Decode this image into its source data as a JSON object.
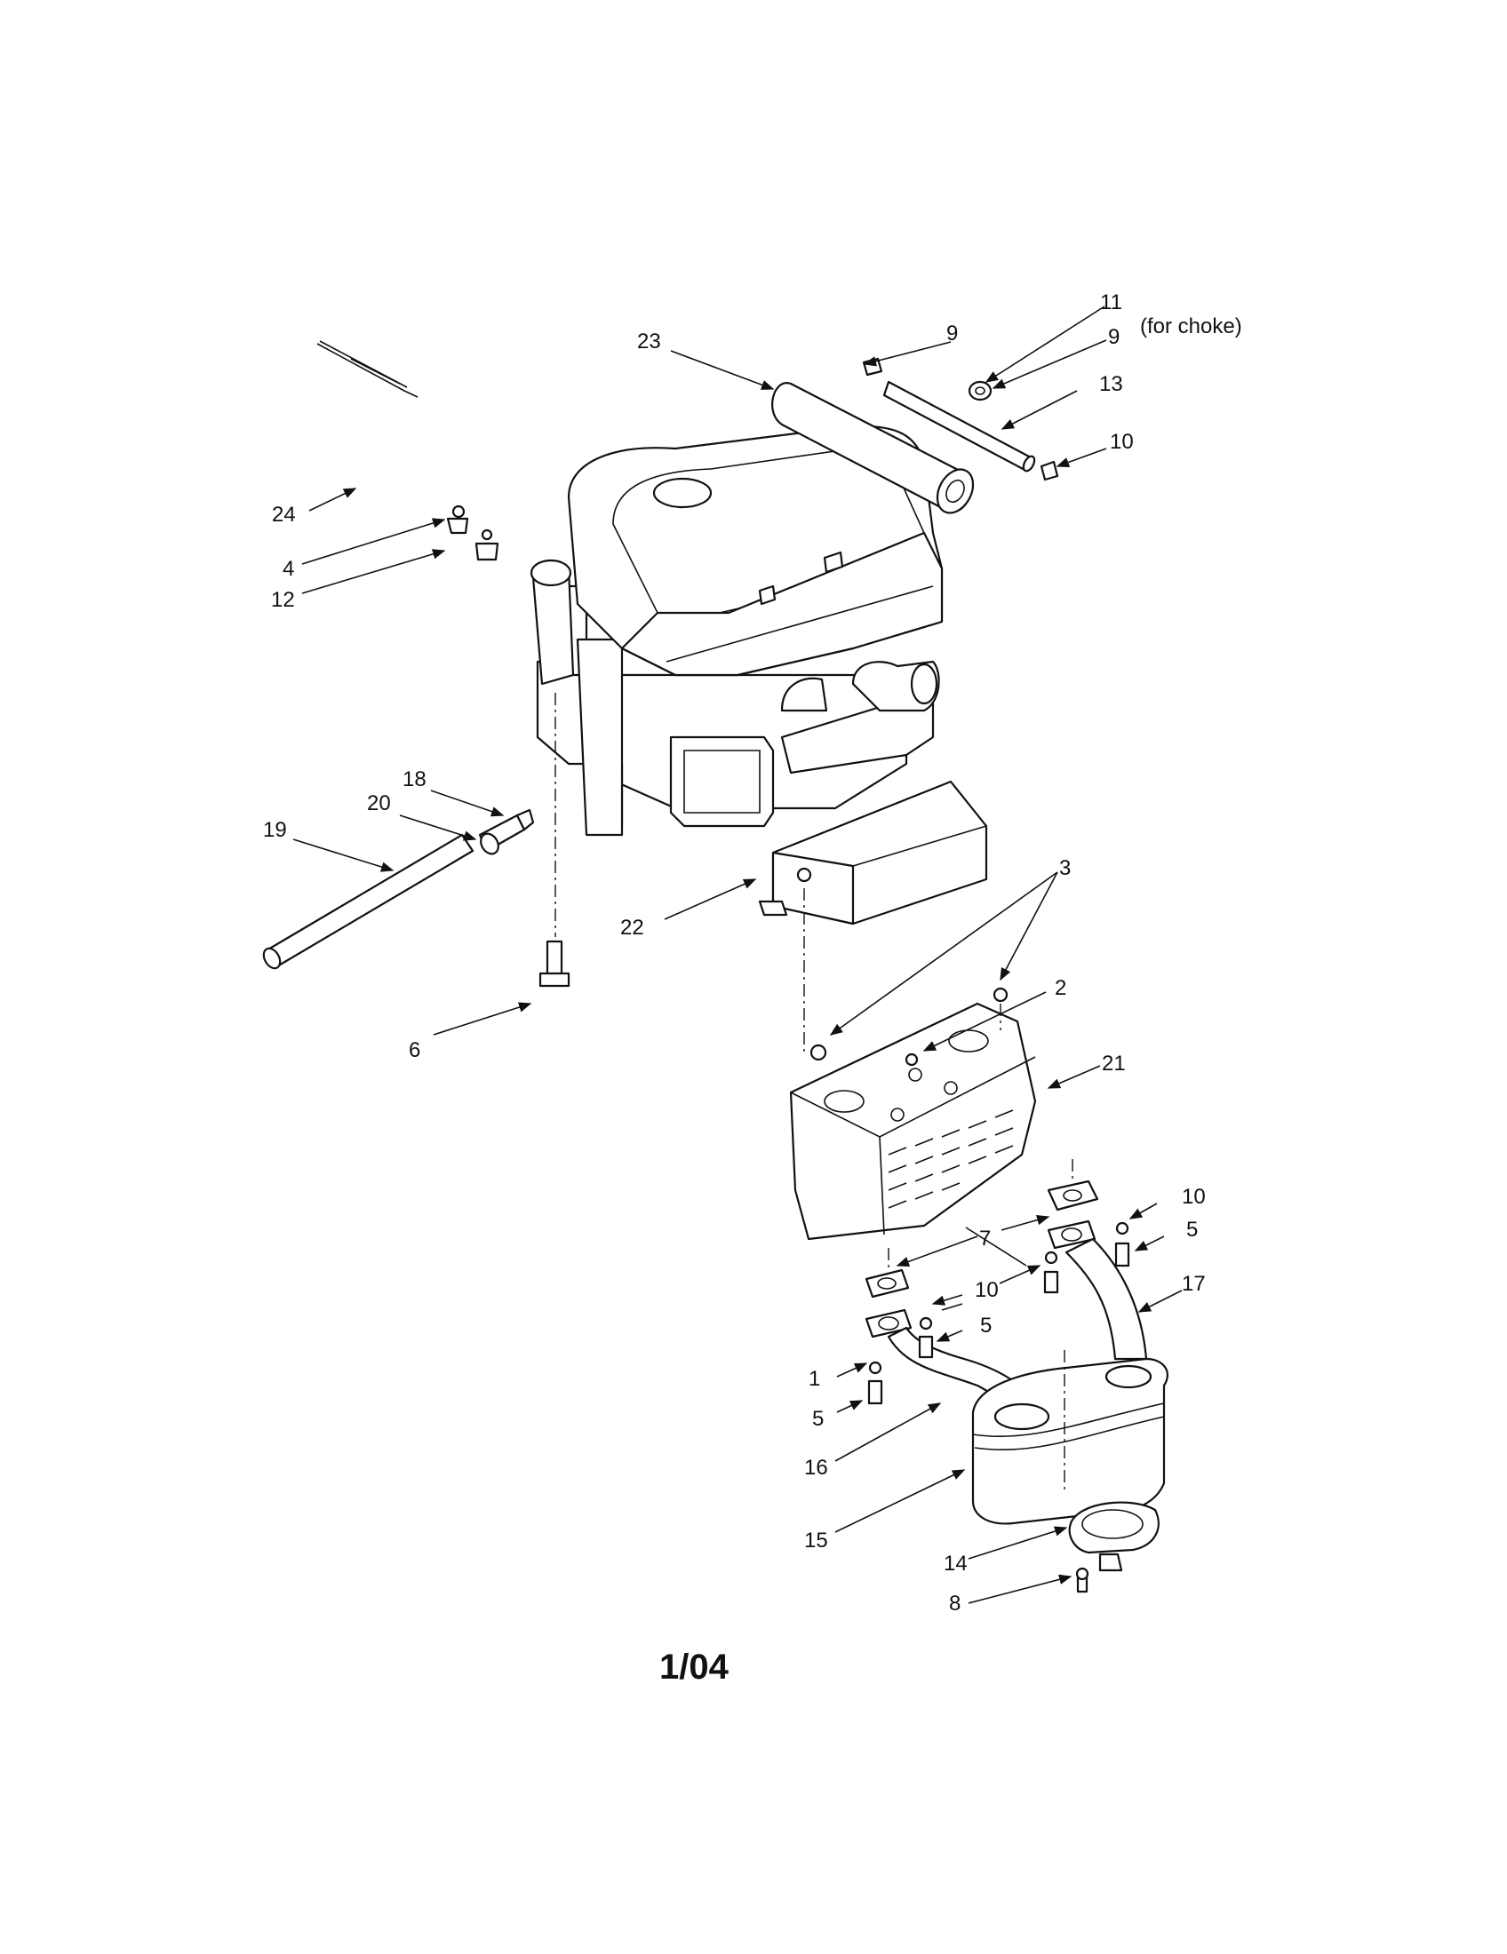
{
  "diagram": {
    "callouts": [
      {
        "id": "c1",
        "label": "1"
      },
      {
        "id": "c2",
        "label": "2"
      },
      {
        "id": "c3",
        "label": "3"
      },
      {
        "id": "c4",
        "label": "4"
      },
      {
        "id": "c5a",
        "label": "5"
      },
      {
        "id": "c5b",
        "label": "5"
      },
      {
        "id": "c5c",
        "label": "5"
      },
      {
        "id": "c6",
        "label": "6"
      },
      {
        "id": "c7",
        "label": "7"
      },
      {
        "id": "c8",
        "label": "8"
      },
      {
        "id": "c9a",
        "label": "9"
      },
      {
        "id": "c9b",
        "label": "9"
      },
      {
        "id": "c10a",
        "label": "10"
      },
      {
        "id": "c10b",
        "label": "10"
      },
      {
        "id": "c10c",
        "label": "10"
      },
      {
        "id": "c11",
        "label": "11"
      },
      {
        "id": "c12",
        "label": "12"
      },
      {
        "id": "c13",
        "label": "13"
      },
      {
        "id": "c14",
        "label": "14"
      },
      {
        "id": "c15",
        "label": "15"
      },
      {
        "id": "c16",
        "label": "16"
      },
      {
        "id": "c17",
        "label": "17"
      },
      {
        "id": "c18",
        "label": "18"
      },
      {
        "id": "c19",
        "label": "19"
      },
      {
        "id": "c20",
        "label": "20"
      },
      {
        "id": "c21",
        "label": "21"
      },
      {
        "id": "c22",
        "label": "22"
      },
      {
        "id": "c23",
        "label": "23"
      },
      {
        "id": "c24",
        "label": "24"
      }
    ],
    "choke_note": "(for choke)",
    "date_code": "1/04"
  }
}
